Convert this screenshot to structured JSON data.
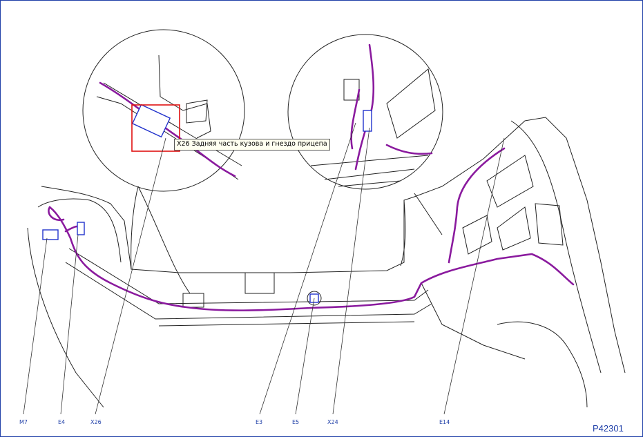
{
  "tooltip": {
    "text": "X26 Задняя часть кузова и гнездо прицепа"
  },
  "figure_id": "P42301",
  "callouts": {
    "m7": "M7",
    "e4": "E4",
    "x26": "X26",
    "e3": "E3",
    "e5": "E5",
    "x24": "X24",
    "e14": "E14"
  },
  "colors": {
    "harness": "#8a1a9e",
    "connector": "#2233cc",
    "highlight": "#e01010",
    "linework": "#222222",
    "callout_text": "#1f3fa8"
  }
}
